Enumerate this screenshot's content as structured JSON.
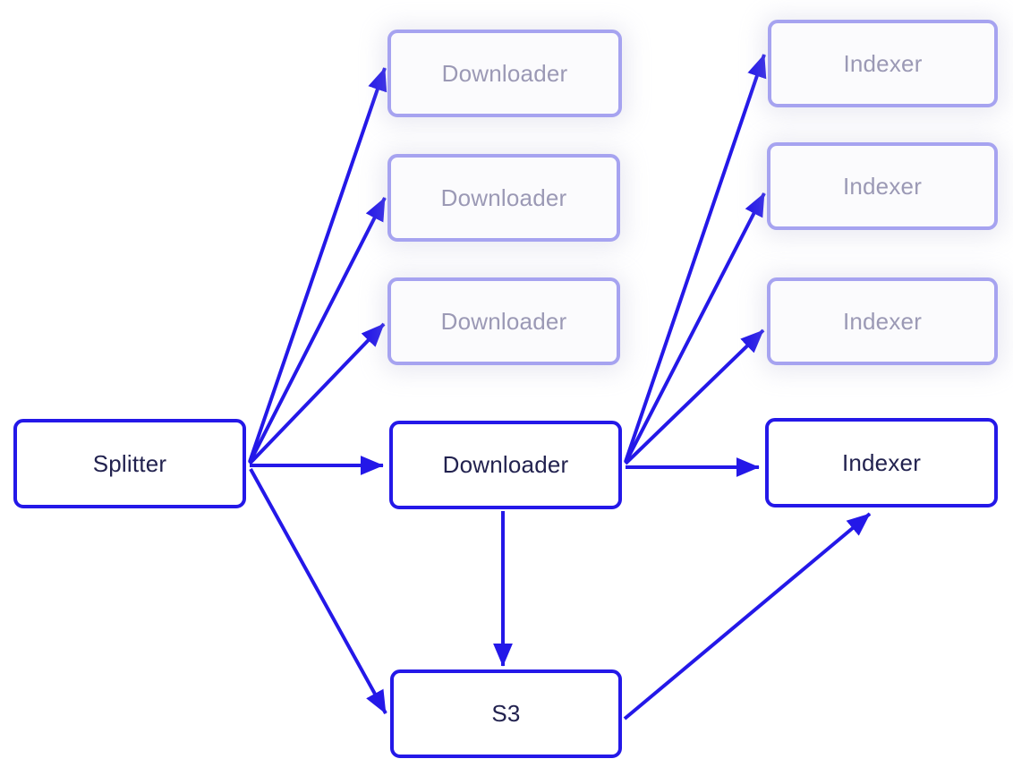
{
  "diagram": {
    "description": "Pipeline architecture diagram: Splitter fans out to parallel Downloaders and S3; a Downloader fans out to parallel Indexers and writes to S3; S3 feeds an Indexer."
  },
  "colors": {
    "accent_blue": "#2418e8",
    "active_text": "#22224f",
    "ghost_border": "#a6a3f0",
    "ghost_text": "#9b99b5",
    "background": "#ffffff"
  },
  "nodes": {
    "splitter": {
      "label": "Splitter",
      "state": "active"
    },
    "downloader_ghost_1": {
      "label": "Downloader",
      "state": "ghost"
    },
    "downloader_ghost_2": {
      "label": "Downloader",
      "state": "ghost"
    },
    "downloader_ghost_3": {
      "label": "Downloader",
      "state": "ghost"
    },
    "downloader_active": {
      "label": "Downloader",
      "state": "active"
    },
    "indexer_ghost_1": {
      "label": "Indexer",
      "state": "ghost"
    },
    "indexer_ghost_2": {
      "label": "Indexer",
      "state": "ghost"
    },
    "indexer_ghost_3": {
      "label": "Indexer",
      "state": "ghost"
    },
    "indexer_active": {
      "label": "Indexer",
      "state": "active"
    },
    "s3": {
      "label": "S3",
      "state": "active"
    }
  },
  "edges": [
    {
      "from": "splitter",
      "to": "downloader_ghost_1"
    },
    {
      "from": "splitter",
      "to": "downloader_ghost_2"
    },
    {
      "from": "splitter",
      "to": "downloader_ghost_3"
    },
    {
      "from": "splitter",
      "to": "downloader_active"
    },
    {
      "from": "splitter",
      "to": "s3"
    },
    {
      "from": "downloader_active",
      "to": "indexer_ghost_1"
    },
    {
      "from": "downloader_active",
      "to": "indexer_ghost_2"
    },
    {
      "from": "downloader_active",
      "to": "indexer_ghost_3"
    },
    {
      "from": "downloader_active",
      "to": "indexer_active"
    },
    {
      "from": "downloader_active",
      "to": "s3"
    },
    {
      "from": "s3",
      "to": "indexer_active"
    }
  ]
}
